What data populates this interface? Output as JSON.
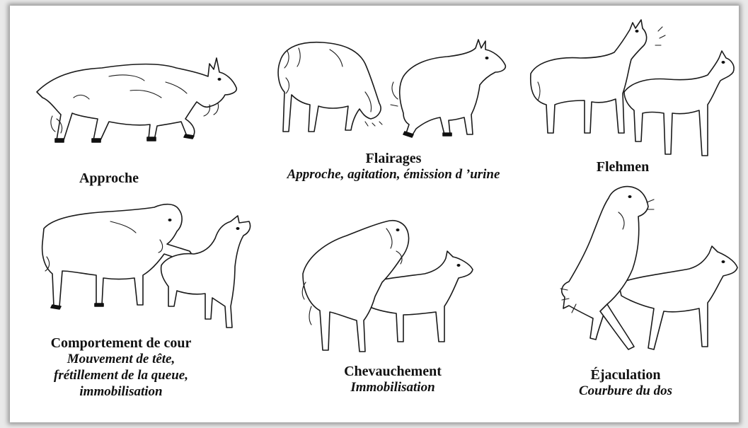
{
  "stages": [
    {
      "title": "Approche",
      "subtitle": []
    },
    {
      "title": "Flairages",
      "subtitle": [
        "Approche, agitation, émission d ’urine"
      ]
    },
    {
      "title": "Flehmen",
      "subtitle": []
    },
    {
      "title": "Comportement de cour",
      "subtitle": [
        "Mouvement de tête,",
        "frétillement de la queue,",
        "immobilisation"
      ]
    },
    {
      "title": "Chevauchement",
      "subtitle": [
        "Immobilisation"
      ]
    },
    {
      "title": "Éjaculation",
      "subtitle": [
        "Courbure du dos"
      ]
    }
  ]
}
